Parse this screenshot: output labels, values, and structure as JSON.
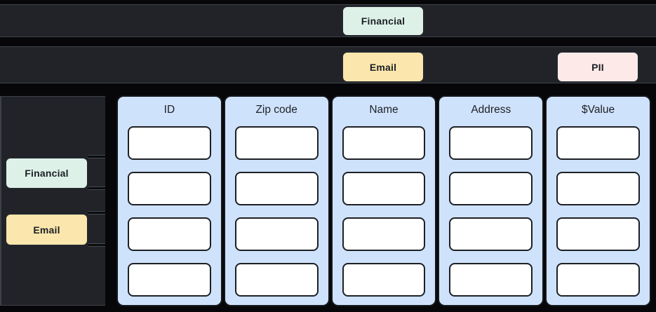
{
  "palette": {
    "background": "#070709",
    "taxonomy_row_fill": "#212329",
    "taxonomy_row_border": "#3d4147",
    "tag_mint": "#def1e8",
    "tag_yellow": "#fbe7ad",
    "tag_pink": "#fdeae8",
    "tag_border": "#23262d",
    "column_fill": "#cfe2fc",
    "column_border": "#15171b",
    "cell_fill": "#ffffff",
    "cell_border": "#1d2025",
    "text_dark": "#1d2025"
  },
  "top_taxonomy": {
    "row1_tag": {
      "label": "Financial",
      "variant": "mint"
    },
    "row2_tags": [
      {
        "label": "Email",
        "variant": "yellow"
      },
      {
        "label": "PII",
        "variant": "pink"
      }
    ]
  },
  "side_panel": {
    "tags": [
      {
        "label": "Financial",
        "variant": "mint"
      },
      {
        "label": "Email",
        "variant": "yellow"
      }
    ]
  },
  "table": {
    "rows_per_column": 4,
    "columns": [
      {
        "header": "ID",
        "cells": [
          "",
          "",
          "",
          ""
        ]
      },
      {
        "header": "Zip code",
        "cells": [
          "",
          "",
          "",
          ""
        ]
      },
      {
        "header": "Name",
        "cells": [
          "",
          "",
          "",
          ""
        ]
      },
      {
        "header": "Address",
        "cells": [
          "",
          "",
          "",
          ""
        ]
      },
      {
        "header": "$Value",
        "cells": [
          "",
          "",
          "",
          ""
        ]
      }
    ]
  }
}
